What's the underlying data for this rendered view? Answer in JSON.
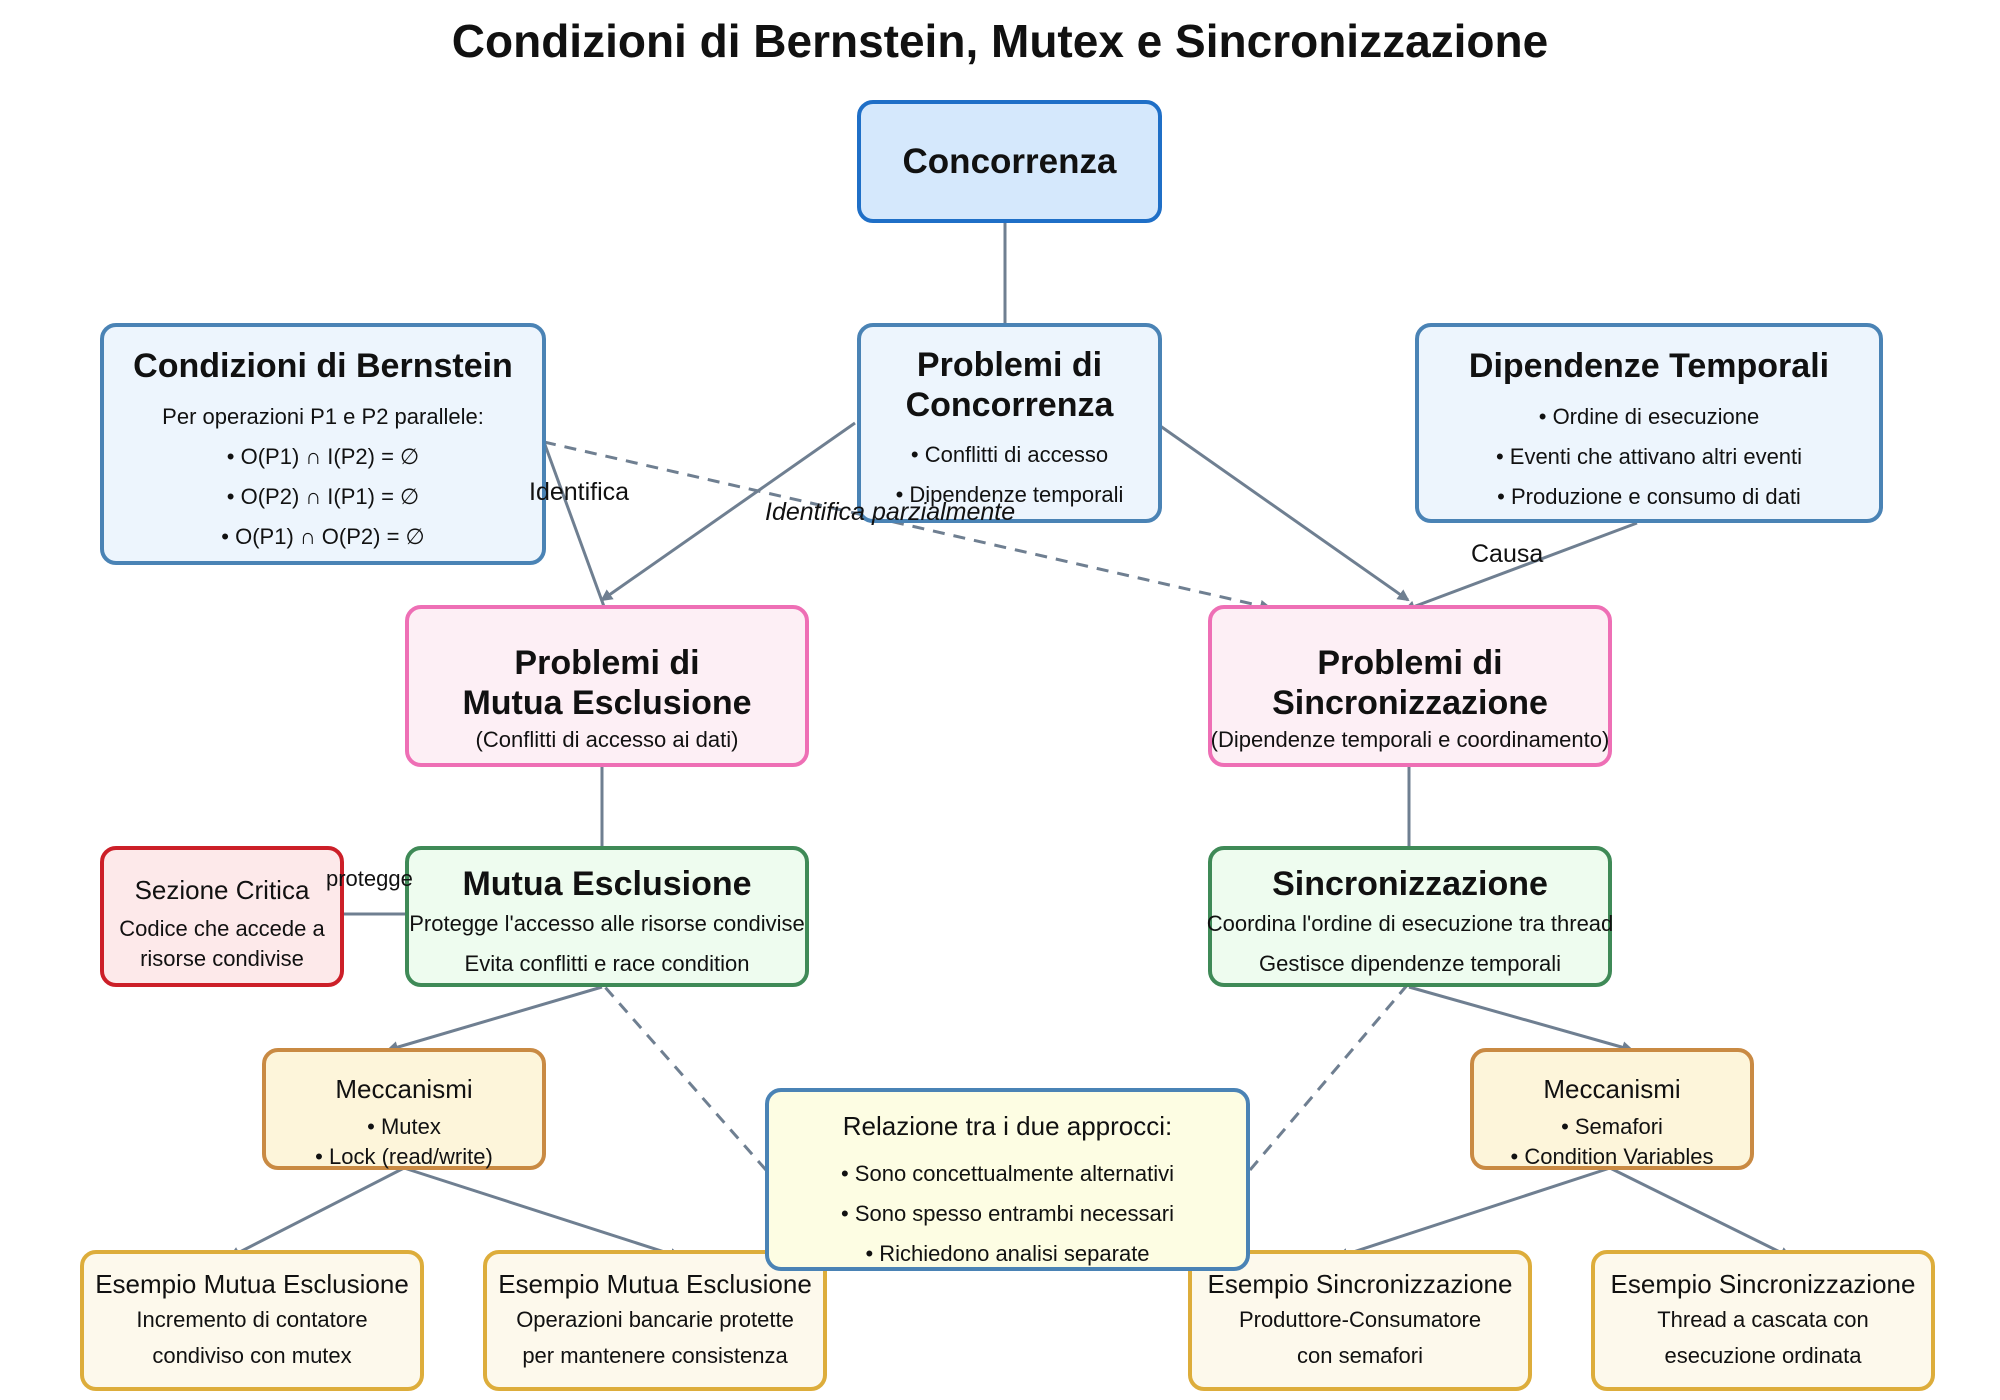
{
  "title": "Condizioni di Bernstein, Mutex e Sincronizzazione",
  "nodes": {
    "concorrenza": {
      "title": "Concorrenza"
    },
    "problemi_concorrenza": {
      "title_lines": [
        "Problemi di",
        "Concorrenza"
      ],
      "items": [
        "• Conflitti di accesso",
        "• Dipendenze temporali"
      ]
    },
    "bernstein": {
      "title": "Condizioni di Bernstein",
      "lines": [
        "Per operazioni P1 e P2 parallele:",
        "• O(P1) ∩ I(P2) = ∅",
        "• O(P2) ∩ I(P1) = ∅",
        "• O(P1) ∩ O(P2) = ∅"
      ]
    },
    "dipendenze": {
      "title": "Dipendenze Temporali",
      "items": [
        "• Ordine di esecuzione",
        "• Eventi che attivano altri eventi",
        "• Produzione e consumo di dati"
      ]
    },
    "problemi_mutua": {
      "title_lines": [
        "Problemi di",
        "Mutua Esclusione"
      ],
      "subtitle": "(Conflitti di accesso ai dati)"
    },
    "problemi_sinc": {
      "title_lines": [
        "Problemi di",
        "Sincronizzazione"
      ],
      "subtitle": "(Dipendenze temporali e coordinamento)"
    },
    "sezione_critica": {
      "title": "Sezione Critica",
      "lines": [
        "Codice che accede a",
        "risorse condivise"
      ]
    },
    "mutua": {
      "title": "Mutua Esclusione",
      "lines": [
        "Protegge l'accesso alle risorse condivise",
        "Evita conflitti e race condition"
      ]
    },
    "sincronizzazione": {
      "title": "Sincronizzazione",
      "lines": [
        "Coordina l'ordine di esecuzione tra thread",
        "Gestisce dipendenze temporali"
      ]
    },
    "mecc_mutex": {
      "title": "Meccanismi",
      "items": [
        "• Mutex",
        "• Lock (read/write)"
      ]
    },
    "mecc_sinc": {
      "title": "Meccanismi",
      "items": [
        "• Semafori",
        "• Condition Variables"
      ]
    },
    "relazione": {
      "title": "Relazione tra i due approcci:",
      "items": [
        "• Sono concettualmente alternativi",
        "• Sono spesso entrambi necessari",
        "• Richiedono analisi separate"
      ]
    },
    "es_mutua_1": {
      "title": "Esempio Mutua Esclusione",
      "lines": [
        "Incremento di contatore",
        "condiviso con mutex"
      ]
    },
    "es_mutua_2": {
      "title": "Esempio Mutua Esclusione",
      "lines": [
        "Operazioni bancarie protette",
        "per mantenere consistenza"
      ]
    },
    "es_sinc_1": {
      "title": "Esempio Sincronizzazione",
      "lines": [
        "Produttore-Consumatore",
        "con semafori"
      ]
    },
    "es_sinc_2": {
      "title": "Esempio Sincronizzazione",
      "lines": [
        "Thread a cascata con",
        "esecuzione ordinata"
      ]
    }
  },
  "edge_labels": {
    "identifica": "Identifica",
    "identifica_parzialmente": "Identifica parzialmente",
    "causa": "Causa",
    "protegge": "protegge"
  },
  "colors": {
    "edge": "#6f7f91",
    "concorrenza_fill": "#d5e8fc",
    "concorrenza_border": "#1f6fc7",
    "info_fill": "#edf5fd",
    "info_border": "#4a83b5",
    "problem_fill": "#fdeff5",
    "problem_border": "#ee6fb5",
    "solution_fill": "#eefcef",
    "solution_border": "#3f8a57",
    "critical_fill": "#fde9ea",
    "critical_border": "#cc1f28",
    "mechanism_fill": "#fdf5da",
    "mechanism_border": "#c98a43",
    "example_fill": "#fdf9ec",
    "example_border": "#ddad3b",
    "note_fill": "#fdfde3"
  }
}
